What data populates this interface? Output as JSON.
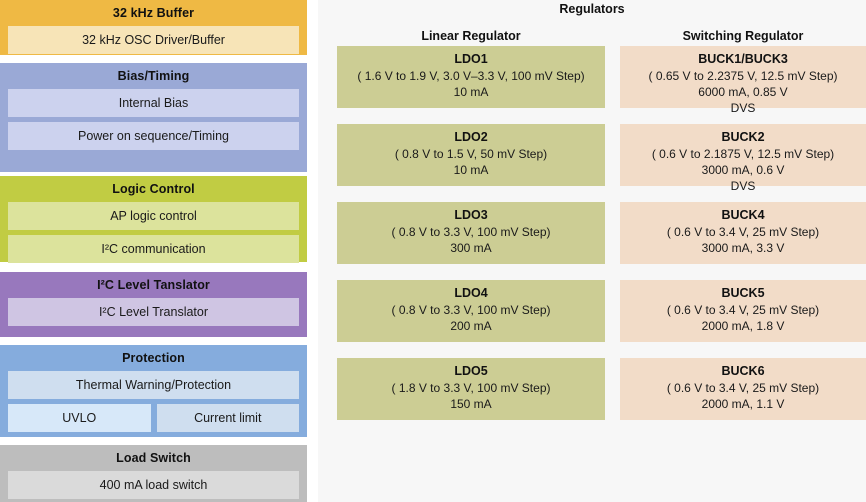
{
  "left_panel": {
    "blocks": [
      {
        "id": "osc-buffer",
        "title": "32 kHz Buffer",
        "items": [
          {
            "label": "32 kHz OSC Driver/Buffer"
          }
        ],
        "color": "#EFB944",
        "item_color": "#F7E4B7"
      },
      {
        "id": "bias-timing",
        "title": "Bias/Timing",
        "items": [
          {
            "label": "Internal Bias"
          },
          {
            "label": "Power on sequence/Timing"
          }
        ],
        "color": "#9AA9D6",
        "item_color": "#CCD2EE"
      },
      {
        "id": "logic-control",
        "title": "Logic Control",
        "items": [
          {
            "label": "AP logic control"
          },
          {
            "label": "I²C communication"
          }
        ],
        "color": "#C1CC43",
        "item_color": "#DCE39C"
      },
      {
        "id": "i2c-level-translator",
        "title": "I²C Level Tanslator",
        "items": [
          {
            "label": "I²C Level Translator"
          }
        ],
        "color": "#9878BD",
        "item_color": "#CFC5E3"
      },
      {
        "id": "protection",
        "title": "Protection",
        "items": [
          {
            "label": "Thermal Warning/Protection"
          },
          {
            "label": "UVLO"
          },
          {
            "label": "Current limit"
          }
        ],
        "color": "#85ACDD",
        "item_color": "#CFDEEF"
      },
      {
        "id": "load-switch",
        "title": "Load Switch",
        "items": [
          {
            "label": "400 mA load switch"
          }
        ],
        "color": "#BDBDBD",
        "item_color": "#DADADA"
      }
    ]
  },
  "right_panel": {
    "title": "Regulators",
    "background": "#F7F7F7",
    "columns": [
      {
        "id": "linear",
        "heading": "Linear Regulator",
        "card_color": "#CCCD94",
        "cards": [
          {
            "name": "LDO1",
            "lines": [
              "( 1.6 V to 1.9 V, 3.0 V–3.3 V, 100 mV Step)",
              "10 mA"
            ]
          },
          {
            "name": "LDO2",
            "lines": [
              "( 0.8 V to 1.5 V, 50 mV Step)",
              "10 mA"
            ]
          },
          {
            "name": "LDO3",
            "lines": [
              "( 0.8 V to 3.3 V, 100 mV Step)",
              "300 mA"
            ]
          },
          {
            "name": "LDO4",
            "lines": [
              "( 0.8 V to 3.3 V, 100 mV Step)",
              "200 mA"
            ]
          },
          {
            "name": "LDO5",
            "lines": [
              "( 1.8 V to 3.3 V, 100 mV Step)",
              "150 mA"
            ]
          }
        ]
      },
      {
        "id": "switching",
        "heading": "Switching Regulator",
        "card_color": "#F2DCC8",
        "cards": [
          {
            "name": "BUCK1/BUCK3",
            "lines": [
              "( 0.65 V to 2.2375 V, 12.5 mV Step)",
              "6000 mA, 0.85 V",
              "DVS"
            ]
          },
          {
            "name": "BUCK2",
            "lines": [
              "( 0.6 V to 2.1875 V, 12.5 mV Step)",
              "3000 mA, 0.6 V",
              "DVS"
            ]
          },
          {
            "name": "BUCK4",
            "lines": [
              "( 0.6 V to 3.4 V, 25 mV Step)",
              "3000 mA, 3.3 V"
            ]
          },
          {
            "name": "BUCK5",
            "lines": [
              "( 0.6 V to 3.4 V, 25 mV Step)",
              "2000 mA, 1.8 V"
            ]
          },
          {
            "name": "BUCK6",
            "lines": [
              "( 0.6 V to 3.4 V, 25 mV Step)",
              "2000 mA, 1.1 V"
            ]
          }
        ]
      }
    ]
  }
}
